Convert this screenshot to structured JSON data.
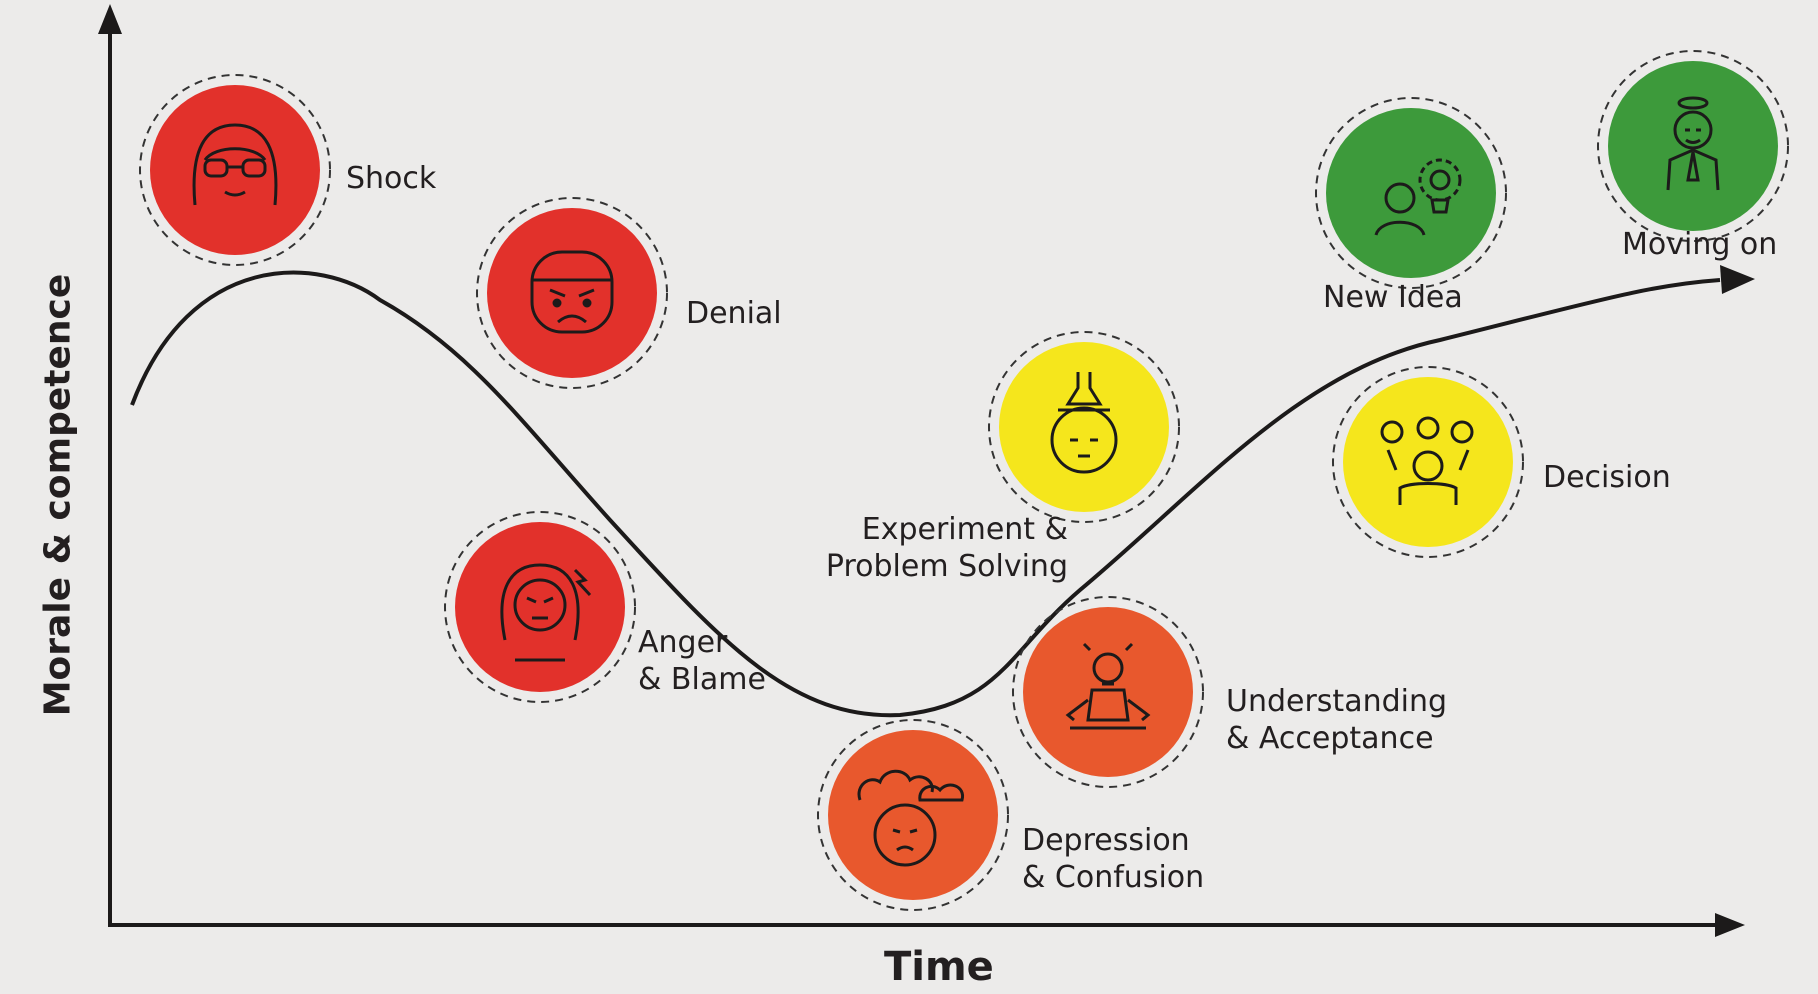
{
  "axes": {
    "x_label": "Time",
    "y_label": "Morale & competence"
  },
  "colors": {
    "red": "#e2312b",
    "orange": "#e8582d",
    "yellow": "#f5e61c",
    "green": "#3d9a3b",
    "line": "#1c1a1a"
  },
  "stages": [
    {
      "id": "shock",
      "lines": [
        "Shock"
      ],
      "color": "red",
      "icon": "glasses-woman-icon"
    },
    {
      "id": "denial",
      "lines": [
        "Denial"
      ],
      "color": "red",
      "icon": "frowning-face-icon"
    },
    {
      "id": "anger",
      "lines": [
        "Anger",
        "& Blame"
      ],
      "color": "red",
      "icon": "angry-girl-icon"
    },
    {
      "id": "depression",
      "lines": [
        "Depression",
        "& Confusion"
      ],
      "color": "orange",
      "icon": "storm-cloud-head-icon"
    },
    {
      "id": "understanding",
      "lines": [
        "Understanding",
        "& Acceptance"
      ],
      "color": "orange",
      "icon": "meditating-bulb-icon"
    },
    {
      "id": "experiment",
      "lines": [
        "Experiment &",
        "Problem Solving"
      ],
      "color": "yellow",
      "icon": "flask-head-icon"
    },
    {
      "id": "decision",
      "lines": [
        "Decision"
      ],
      "color": "yellow",
      "icon": "ideas-person-icon"
    },
    {
      "id": "newidea",
      "lines": [
        "New Idea"
      ],
      "color": "green",
      "icon": "gear-bulb-person-icon"
    },
    {
      "id": "movingon",
      "lines": [
        "Moving on"
      ],
      "color": "green",
      "icon": "halo-praying-icon"
    }
  ]
}
